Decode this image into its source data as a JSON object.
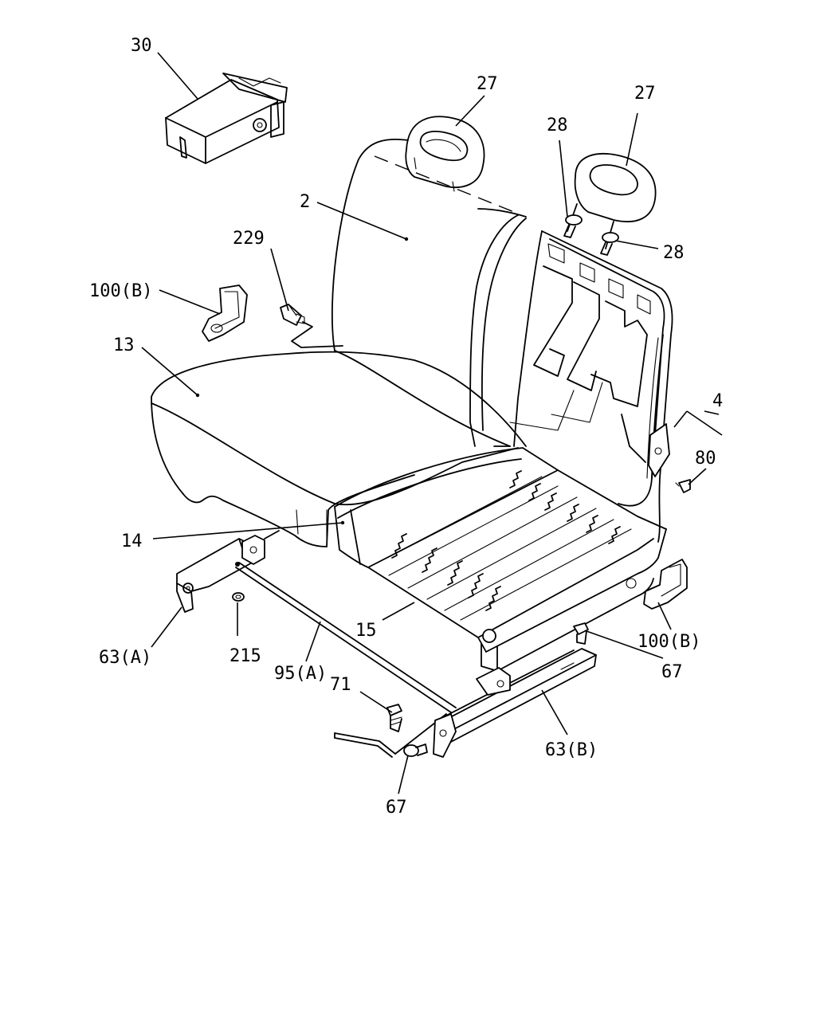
{
  "callouts": {
    "c30": "30",
    "c27a": "27",
    "c27b": "27",
    "c28a": "28",
    "c28b": "28",
    "c2": "2",
    "c229": "229",
    "c100b_left": "100(B)",
    "c13": "13",
    "c4": "4",
    "c80": "80",
    "c14": "14",
    "c15": "15",
    "c100b_right": "100(B)",
    "c63a": "63(A)",
    "c215": "215",
    "c95a": "95(A)",
    "c71": "71",
    "c67a": "67",
    "c63b": "63(B)",
    "c67b": "67"
  },
  "colors": {
    "line": "#000000",
    "background": "#ffffff"
  }
}
